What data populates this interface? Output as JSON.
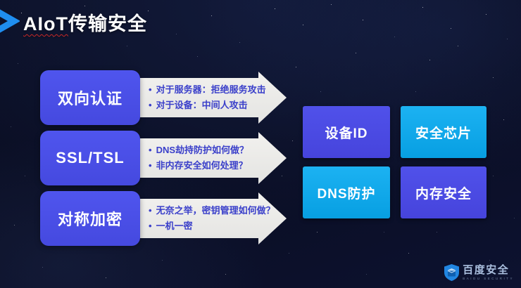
{
  "title": {
    "latin": "AIoT",
    "rest": "传输安全",
    "full": "AIoT传输安全"
  },
  "rows": [
    {
      "label": "双向认证",
      "bullets": [
        "对于服务器：拒绝服务攻击",
        "对于设备：中间人攻击"
      ]
    },
    {
      "label": "SSL/TSL",
      "bullets": [
        "DNS劫持防护如何做？",
        "非内存安全如何处理？"
      ]
    },
    {
      "label": "对称加密",
      "bullets": [
        "无奈之举，密钥管理如何做？",
        "一机一密"
      ]
    }
  ],
  "grid": [
    {
      "label": "设备ID",
      "color": "#4a4ae2"
    },
    {
      "label": "安全芯片",
      "color": "#10a9ec"
    },
    {
      "label": "DNS防护",
      "color": "#10a9ec"
    },
    {
      "label": "内存安全",
      "color": "#4a4ae2"
    }
  ],
  "logo": {
    "text": "百度安全",
    "subtext": "BAIDU SECURITY"
  },
  "colors": {
    "background": "#0b0f26",
    "key_box": "#4a4fe6",
    "arrow_body": "#ececea",
    "arrow_text": "#3a3fca",
    "grid_purple": "#4a4ae2",
    "grid_cyan": "#10a9ec",
    "title_underline": "#c82828",
    "chevron_blue": "#1f8ef0",
    "logo_blue": "#2186e2"
  }
}
